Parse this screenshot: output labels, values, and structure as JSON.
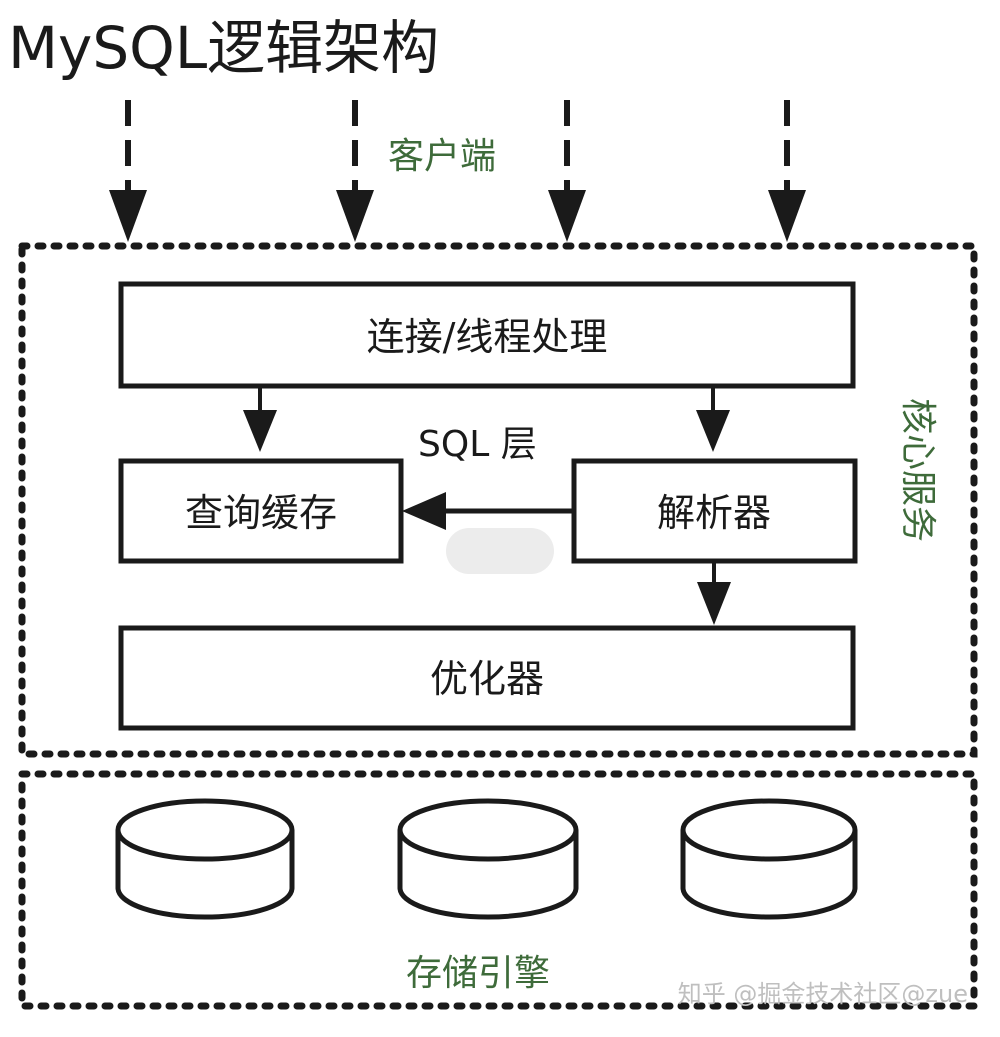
{
  "title": "MySQL逻辑架构",
  "client_label": "客户端",
  "core_label": "核心服务",
  "sql_layer_label": "SQL 层",
  "storage_label": "存储引擎",
  "boxes": {
    "connection": "连接/线程处理",
    "query_cache": "查询缓存",
    "parser": "解析器",
    "optimizer": "优化器"
  },
  "watermark": "知乎 @掘金技术社区@zue",
  "colors": {
    "line": "#1a1a1a",
    "green_label": "#3e6b3a",
    "watermark": "#bfbfbf"
  }
}
